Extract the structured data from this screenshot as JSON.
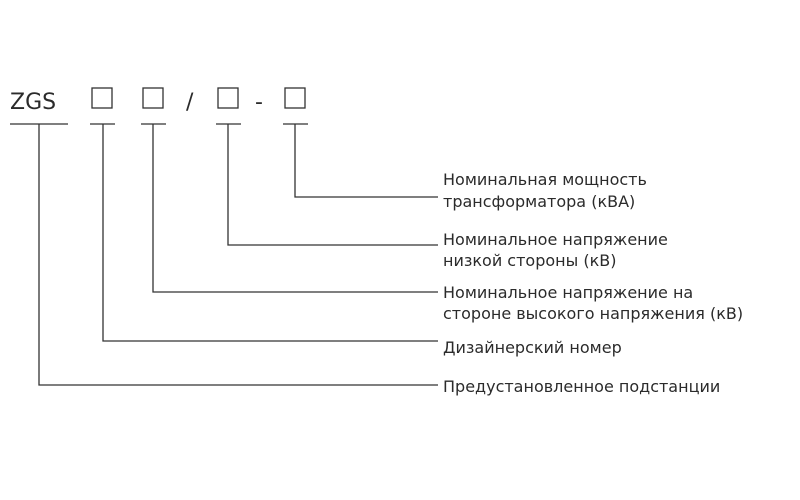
{
  "code": {
    "prefix": "ZGS",
    "slash": "/",
    "dash": "-"
  },
  "labels": {
    "power": {
      "line1": "Номинальная мощность",
      "line2": "трансформатора (кВА)"
    },
    "low_voltage": {
      "line1": "Номинальное напряжение",
      "line2": "низкой стороны (кВ)"
    },
    "high_voltage": {
      "line1": "Номинальное напряжение на",
      "line2": "стороне высокого напряжения (кВ)"
    },
    "design": {
      "line1": "Дизайнерский номер"
    },
    "prefab": {
      "line1": "Предустановленное подстанции"
    }
  }
}
